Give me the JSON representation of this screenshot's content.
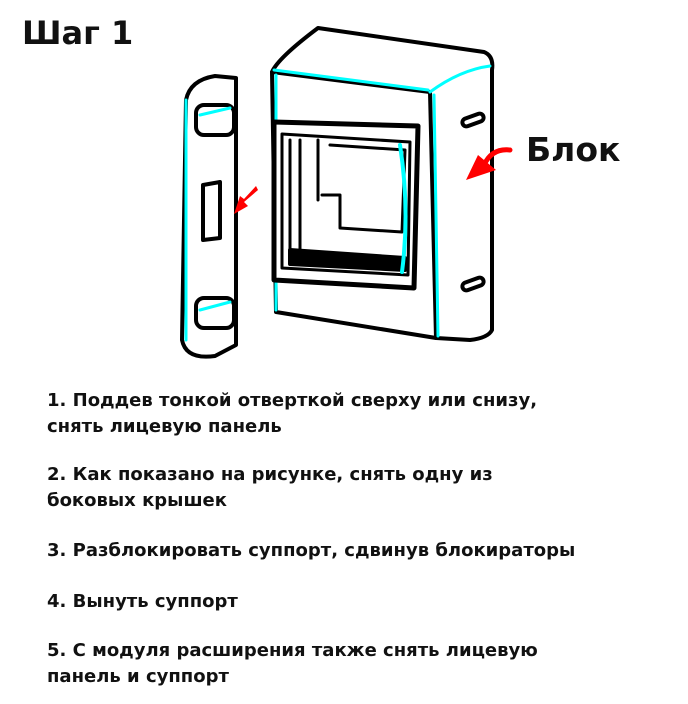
{
  "title": "Шаг 1",
  "label_block": "Блок",
  "colors": {
    "outline": "#000000",
    "highlight": "#00ffff",
    "arrow": "#ff0000"
  },
  "steps": [
    {
      "line1": "1. Поддев тонкой отверткой сверху или снизу,",
      "line2": "снять лицевую панель"
    },
    {
      "line1": "2. Как показано на рисунке, снять одну из",
      "line2": "боковых крышек"
    },
    {
      "line1": "3. Разблокировать суппорт, сдвинув блокираторы",
      "line2": ""
    },
    {
      "line1": "4. Вынуть суппорт",
      "line2": ""
    },
    {
      "line1": "5. С модуля расширения также снять лицевую",
      "line2": "панель и суппорт"
    }
  ]
}
